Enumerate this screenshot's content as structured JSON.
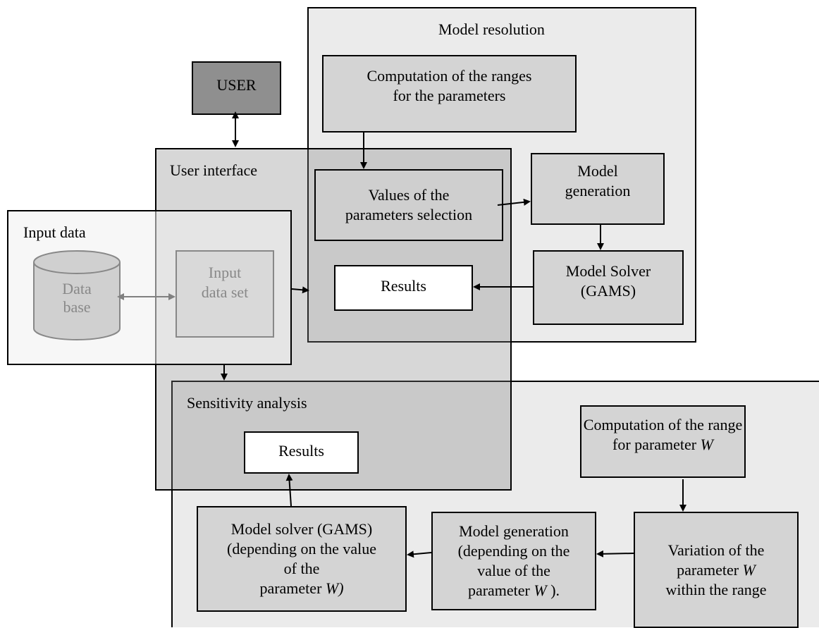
{
  "user_box": "USER",
  "model_resolution": {
    "title": "Model resolution",
    "ranges_box": [
      "Computation of the ranges",
      "for the parameters"
    ],
    "values_box": [
      "Values of the",
      "parameters selection"
    ],
    "generation_box": [
      "Model",
      "generation"
    ],
    "solver_box": [
      "Model Solver",
      "(GAMS)"
    ],
    "results_box": "Results"
  },
  "user_interface": {
    "title": "User  interface"
  },
  "input_data": {
    "title": "Input data",
    "database": [
      "Data",
      "base"
    ],
    "dataset": [
      "Input",
      "data set"
    ]
  },
  "sensitivity": {
    "title": "Sensitivity analysis",
    "results_box": "Results",
    "range_box": {
      "line1": "Computation of  the range",
      "line2_prefix": "for parameter ",
      "param": "W"
    },
    "variation_box": {
      "line1": "Variation of the",
      "line2_prefix": "parameter ",
      "param": "W",
      "line3": "within the range"
    },
    "generation_box": {
      "line1": "Model generation",
      "line2": "(depending on the",
      "line3": "value of the",
      "line4_prefix": "parameter ",
      "param": "W",
      "line4_suffix": " )."
    },
    "solver_box": {
      "line1": "Model solver (GAMS)",
      "line2": "(depending on the value",
      "line3": "of the",
      "line4_prefix": "parameter ",
      "param": "W)"
    }
  }
}
